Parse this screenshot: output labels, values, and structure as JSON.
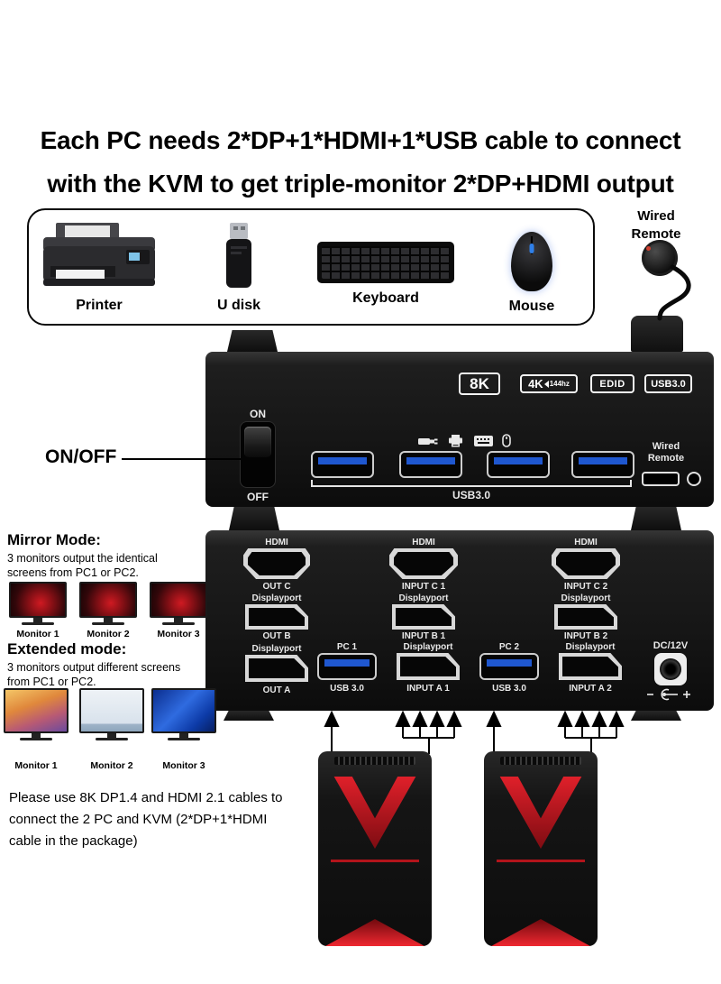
{
  "title": {
    "line1": "Each PC needs 2*DP+1*HDMI+1*USB cable to connect",
    "line2": "with the KVM to get triple-monitor 2*DP+HDMI output"
  },
  "peripherals": {
    "printer": "Printer",
    "udisk": "U disk",
    "keyboard": "Keyboard",
    "mouse": "Mouse"
  },
  "wired_remote": {
    "line1": "Wired",
    "line2": "Remote"
  },
  "front_panel": {
    "badge_8k": "8K",
    "badge_4k": "4K",
    "badge_4k_sub": "144hz",
    "badge_edid": "EDID",
    "badge_usb": "USB3.0",
    "switch_on": "ON",
    "switch_off": "OFF",
    "onoff_callout": "ON/OFF",
    "usb_group": "USB3.0",
    "remote_line1": "Wired",
    "remote_line2": "Remote"
  },
  "back_panel": {
    "hdmi_label": "HDMI",
    "dp_label": "Displayport",
    "usb_label": "USB 3.0",
    "out_c": "OUT C",
    "out_b": "OUT B",
    "out_a": "OUT A",
    "pc1": {
      "name": "PC 1",
      "input_c": "INPUT C 1",
      "input_b": "INPUT B 1",
      "input_a": "INPUT A 1"
    },
    "pc2": {
      "name": "PC 2",
      "input_c": "INPUT C 2",
      "input_b": "INPUT B 2",
      "input_a": "INPUT A 2"
    },
    "power": "DC/12V"
  },
  "mirror_mode": {
    "heading": "Mirror Mode:",
    "desc1": "3 monitors output the identical",
    "desc2": "screens from PC1 or PC2.",
    "monitors": [
      "Monitor 1",
      "Monitor 2",
      "Monitor 3"
    ]
  },
  "extended_mode": {
    "heading": "Extended mode:",
    "desc1": "3 monitors output different screens",
    "desc2": "from PC1 or PC2.",
    "monitors": [
      "Monitor 1",
      "Monitor 2",
      "Monitor 3"
    ]
  },
  "note": {
    "line1": "Please use 8K DP1.4 and HDMI 2.1 cables to",
    "line2": "connect the 2 PC and KVM (2*DP+1*HDMI",
    "line3": "cable in the package)"
  },
  "colors": {
    "device_black": "#151515",
    "usb_blue": "#1f57cf",
    "accent_red": "#c21a1f"
  }
}
